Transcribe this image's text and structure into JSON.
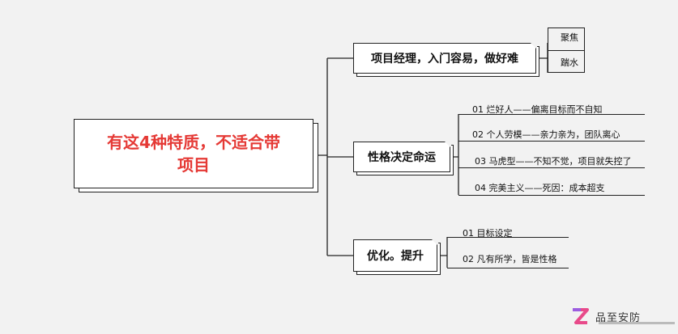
{
  "root": {
    "line1": "有这4种特质，不适合带",
    "line2": "项目"
  },
  "branches": [
    {
      "label": "项目经理，入门容易，做好难",
      "children": [
        "聚焦",
        "踹水"
      ]
    },
    {
      "label": "性格决定命运",
      "children": [
        "01 烂好人——偏离目标而不自知",
        "02 个人劳模——亲力亲为，团队离心",
        "03 马虎型——不知不觉，项目就失控了",
        "04 完美主义——死因：成本超支"
      ]
    },
    {
      "label": "优化。提升",
      "children": [
        "01 目标设定",
        "02 凡有所学，皆是性格"
      ]
    }
  ],
  "watermark": {
    "brand": "品至安防",
    "icon": "z-logo-icon",
    "accent": "#e84a8a"
  },
  "colors": {
    "root_text": "#e53935",
    "line": "#222222",
    "background": "#f2f2f2"
  }
}
